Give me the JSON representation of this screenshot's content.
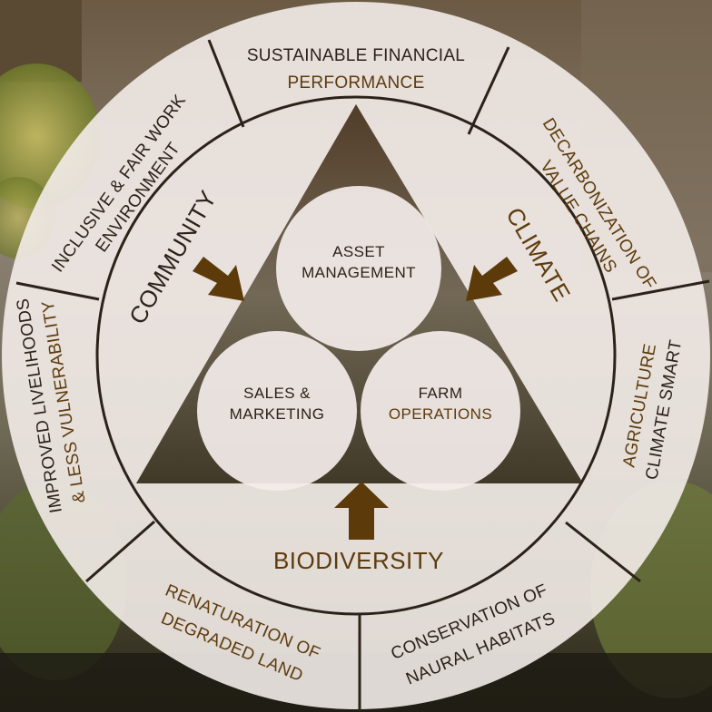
{
  "colors": {
    "panel": "#f3ece9",
    "text_dark": "#2b2319",
    "text_brown": "#5e3b0c",
    "arrow_brown": "#5c3a0a",
    "divider": "#2b2319"
  },
  "ring_segments": [
    {
      "id": "sustainable-financial-performance",
      "lines": [
        "SUSTAINABLE FINANCIAL",
        "PERFORMANCE"
      ]
    },
    {
      "id": "decarbonization-value-chains",
      "lines": [
        "DECARBONIZATION OF",
        "VALUE CHAINS"
      ]
    },
    {
      "id": "climate-smart-agriculture",
      "lines": [
        "CLIMATE SMART",
        "AGRICULTURE"
      ]
    },
    {
      "id": "conservation-habitats",
      "lines": [
        "CONSERVATION OF",
        "NAURAL HABITATS"
      ]
    },
    {
      "id": "renaturation-degraded-land",
      "lines": [
        "RENATURATION OF",
        "DEGRADED LAND"
      ]
    },
    {
      "id": "improved-livelihoods",
      "lines": [
        "IMPROVED LIVELIHOODS",
        "& LESS VULNERABILITY"
      ]
    },
    {
      "id": "inclusive-fair-work",
      "lines": [
        "INCLUSIVE & FAIR WORK",
        "ENVIRONMENT"
      ]
    }
  ],
  "pillars": {
    "community": "COMMUNITY",
    "climate": "CLIMATE",
    "biodiversity": "BIODIVERSITY"
  },
  "circles": {
    "asset_management": [
      "ASSET",
      "MANAGEMENT"
    ],
    "sales_marketing": [
      "SALES &",
      "MARKETING"
    ],
    "farm_operations": [
      "FARM",
      "OPERATIONS"
    ]
  }
}
